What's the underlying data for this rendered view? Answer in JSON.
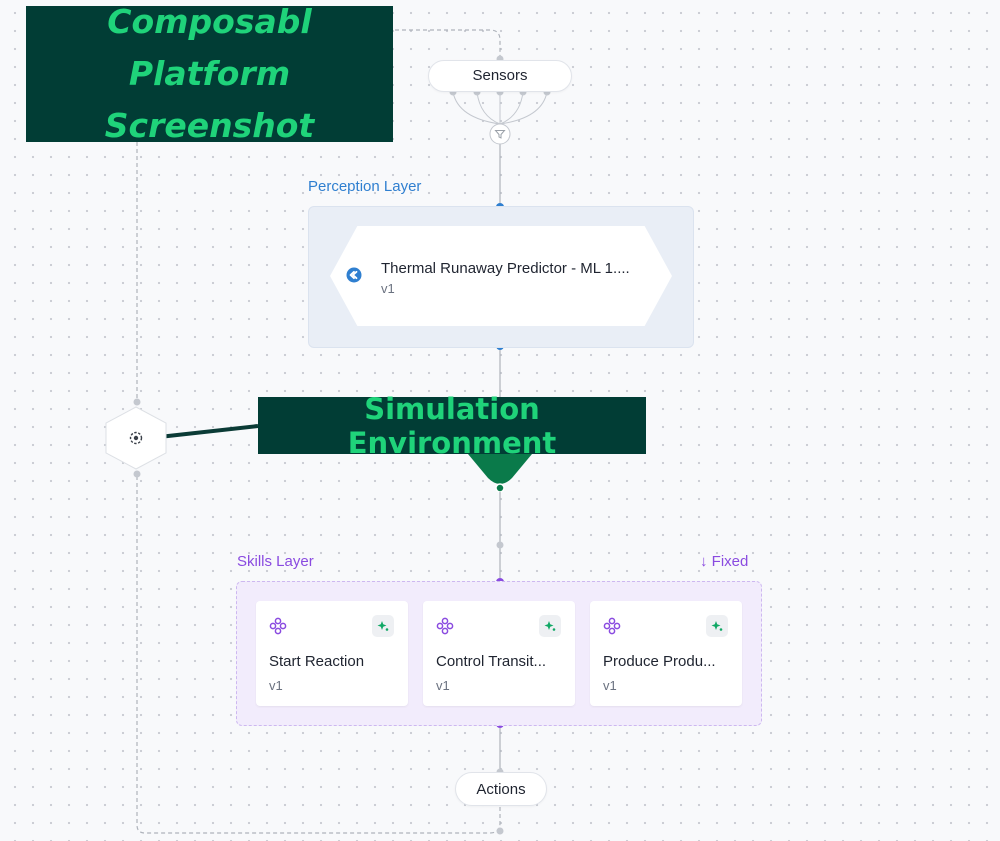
{
  "banners": {
    "title_line1": "Composabl Platform",
    "title_line2": "Screenshot",
    "simulation": "Simulation Environment"
  },
  "nodes": {
    "sensors": "Sensors",
    "actions": "Actions"
  },
  "perception_layer": {
    "label": "Perception Layer",
    "card": {
      "title": "Thermal Runaway Predictor - ML 1....",
      "version": "v1"
    }
  },
  "skills_layer": {
    "label": "Skills Layer",
    "mode": "↓ Fixed",
    "skills": [
      {
        "name": "Start Reaction",
        "version": "v1"
      },
      {
        "name": "Control Transit...",
        "version": "v1"
      },
      {
        "name": "Produce Produ...",
        "version": "v1"
      }
    ]
  },
  "colors": {
    "banner_bg": "#013d35",
    "banner_text": "#1fd37a",
    "perception_accent": "#2f7fd0",
    "skills_accent": "#8a4be0",
    "selector_green": "#0a7a4a"
  },
  "icons": {
    "perception": "perceptor-icon",
    "skill": "skill-icon",
    "ai": "sparkle-icon",
    "filter": "filter-icon",
    "simulator": "simulator-icon"
  }
}
